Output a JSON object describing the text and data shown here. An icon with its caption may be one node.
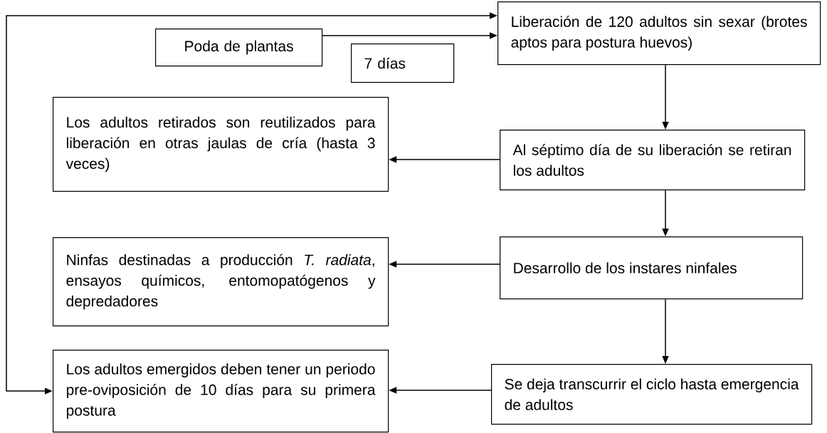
{
  "diagram": {
    "nodes": [
      {
        "text": [
          "Poda de plantas"
        ]
      },
      {
        "text": [
          "7 días"
        ]
      },
      {
        "text": [
          "Liberación de 120 adultos sin sexar (brotes aptos para postura huevos)"
        ]
      },
      {
        "text": [
          "Los adultos retirados son reutilizados para liberación en otras jaulas de cría (hasta 3 veces)"
        ]
      },
      {
        "text": [
          "Al séptimo día de su liberación se retiran los adultos"
        ]
      },
      {
        "text": [
          "Ninfas destinadas a producción *T. radiata*, ensayos químicos, entomopatógenos y depredadores"
        ]
      },
      {
        "text": [
          "Desarrollo de los instares ninfales"
        ]
      },
      {
        "text": [
          "Los adultos emergidos deben tener un periodo pre-oviposición de 10 días para su primera postura"
        ]
      },
      {
        "text": [
          "Se deja transcurrir el ciclo hasta emergencia de adultos"
        ]
      }
    ],
    "edges": [
      {
        "from": 7,
        "to": 2,
        "arrow": "both"
      },
      {
        "from": 0,
        "to": 2,
        "arrow": "to"
      },
      {
        "from": 2,
        "to": 4,
        "arrow": "to"
      },
      {
        "from": 4,
        "to": 3,
        "arrow": "to"
      },
      {
        "from": 4,
        "to": 6,
        "arrow": "to"
      },
      {
        "from": 6,
        "to": 5,
        "arrow": "to"
      },
      {
        "from": 6,
        "to": 8,
        "arrow": "to"
      },
      {
        "from": 8,
        "to": 7,
        "arrow": "to"
      }
    ]
  }
}
